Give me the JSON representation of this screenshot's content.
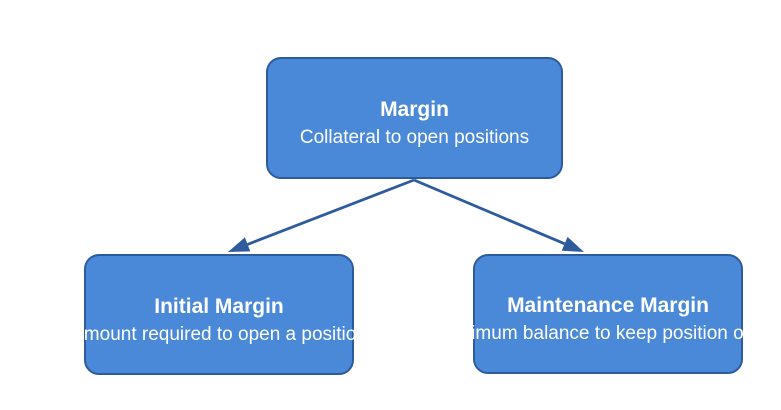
{
  "canvas": {
    "background": "#ffffff"
  },
  "colors": {
    "node_fill": "#4a89d8",
    "node_border": "#2e5b9e",
    "node_text": "#ffffff",
    "arrow": "#2e5b9e"
  },
  "diagram": {
    "nodes": [
      {
        "id": "margin",
        "title": "Margin",
        "subtitle": "Collateral to open positions"
      },
      {
        "id": "initial-margin",
        "title": "Initial Margin",
        "subtitle": "Amount required to open a position"
      },
      {
        "id": "maintenance-margin",
        "title": "Maintenance Margin",
        "subtitle": "Minimum balance to keep position open"
      }
    ],
    "edges": [
      {
        "from": "Margin",
        "to": "Initial Margin"
      },
      {
        "from": "Margin",
        "to": "Maintenance Margin"
      }
    ]
  }
}
